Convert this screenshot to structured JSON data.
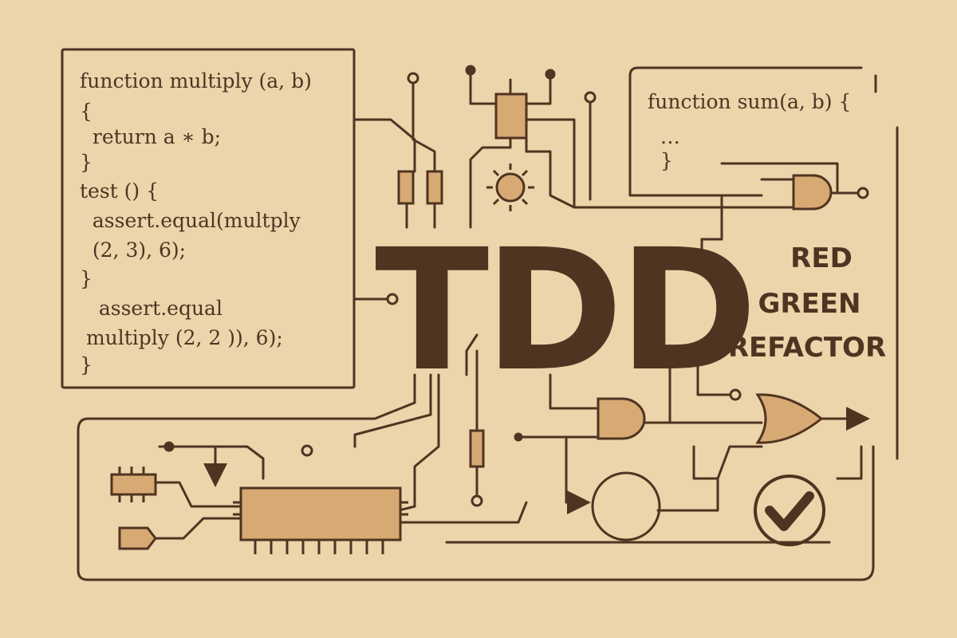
{
  "code_left": {
    "lines": [
      "function multiply (a, b)",
      "{",
      "  return a ∗ b;",
      "}",
      "test () {",
      "  assert.equal(multply",
      "  (2, 3), 6);",
      "}",
      "   assert.equal",
      " multiply (2, 2 )), 6);",
      "}"
    ]
  },
  "code_right": {
    "lines": [
      "function sum(a, b) {",
      "  …",
      "  }"
    ]
  },
  "title": "TDD",
  "motto": {
    "red": "RED",
    "green": "GREEN",
    "refactor": "REFACTOR"
  },
  "colors": {
    "background": "#ecd4ab",
    "ink": "#4f3421",
    "fill": "#d8aa73"
  }
}
